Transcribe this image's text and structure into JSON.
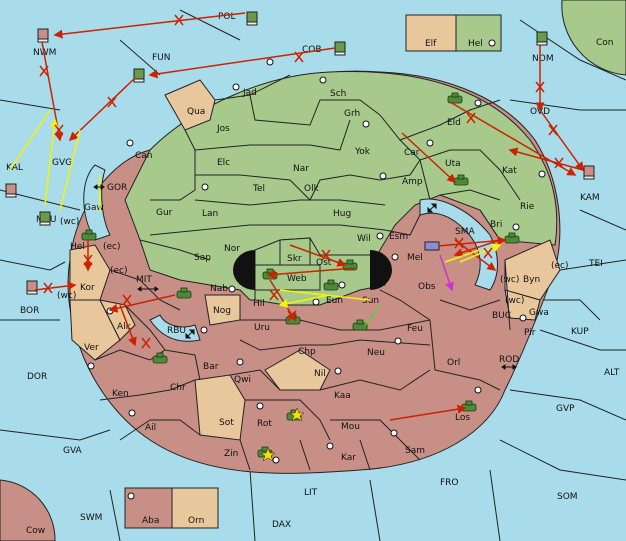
{
  "legend": {
    "tan_label": "Elf",
    "green_label": "Hel"
  },
  "legend2": {
    "red_label": "Aba",
    "tan_label": "Orn"
  },
  "colors": {
    "sea": "#a8dcea",
    "green": "#a7c98c",
    "tan": "#e8c79d",
    "red": "#c88f87",
    "move_red": "#cc2200",
    "support_yellow": "#f5f500",
    "convoy_magenta": "#cc33cc",
    "support_green": "#66cc33"
  },
  "labels": {
    "pol": "POL",
    "cob": "COB",
    "nwm": "NWM",
    "fun": "FUN",
    "nom": "NOM",
    "con": "Con",
    "ovd": "OVD",
    "kam": "KAM",
    "kal": "KAL",
    "gvg": "GVG",
    "mvu": "MVU",
    "wc": "(wc)",
    "gor": "GOR",
    "gaw": "Gaw",
    "hel": "Hel",
    "ec": "(ec)",
    "kor": "Kor",
    "bor": "BOR",
    "mit": "MIT",
    "alk": "Alk",
    "rbu": "RBU",
    "ver": "Ver",
    "dor": "DOR",
    "ken": "Ken",
    "ail": "Ail",
    "gva": "GVA",
    "swm": "SWM",
    "cow": "Cow",
    "dax": "DAX",
    "lit": "LIT",
    "fro": "FRO",
    "som": "SOM",
    "gvp": "GVP",
    "alt": "ALT",
    "kup": "KUP",
    "tei": "TEI",
    "rod": "ROD",
    "buc": "BUC",
    "pir": "Pir",
    "gwa": "Gwa",
    "byn": "Byn",
    "bri": "Bri",
    "sma": "SMA",
    "rie": "Rie",
    "kat": "Kat",
    "eld": "Eld",
    "uta": "Uta",
    "car": "Car",
    "amp": "Amp",
    "esm": "Esm",
    "mel": "Mel",
    "obs": "Obs",
    "feu": "Feu",
    "orl": "Orl",
    "neu": "Neu",
    "los": "Los",
    "sam": "Sam",
    "kar": "Kar",
    "mou": "Mou",
    "kaa": "Kaa",
    "nil": "Nil",
    "chp": "Chp",
    "uru": "Uru",
    "qwi": "Qwi",
    "bar": "Bar",
    "sot": "Sot",
    "rot": "Rot",
    "zin": "Zin",
    "chr": "Chr",
    "nog": "Nog",
    "hil": "Hil",
    "nab": "Nab",
    "web": "Web",
    "skr": "Skr",
    "ost": "Ost",
    "eun": "Eun",
    "sun": "Sun",
    "wil": "Wil",
    "nor": "Nor",
    "sap": "Sap",
    "hug": "Hug",
    "lan": "Lan",
    "tel": "Tel",
    "olk": "Olk",
    "nar": "Nar",
    "elc": "Elc",
    "gur": "Gur",
    "can": "Can",
    "jos": "Jos",
    "qua": "Qua",
    "jad": "Jad",
    "sch": "Sch",
    "grh": "Grh",
    "yok": "Yok"
  }
}
